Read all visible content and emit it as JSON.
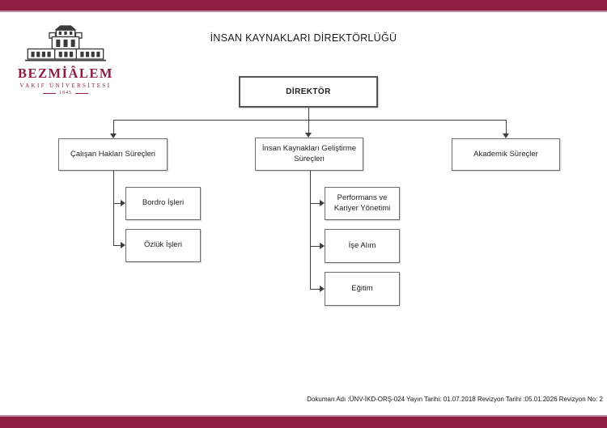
{
  "colors": {
    "brand_maroon": "#8E1E41",
    "accent_light": "#C08BA1",
    "box_border": "#6E6E6E",
    "connector": "#3F3F3F"
  },
  "logo": {
    "icon": "university-building-icon",
    "name": "BEZMİÂLEM",
    "subtitle": "VAKIF ÜNİVERSİTESİ",
    "year": "1845"
  },
  "header": {
    "title": "İNSAN KAYNAKLARI DİREKTÖRLÜĞÜ"
  },
  "chart_data": {
    "type": "org-chart",
    "root": "DİREKTÖR",
    "branches": [
      {
        "label": "Çalışan Hakları Süreçleri",
        "children": [
          "Bordro İşleri",
          "Özlük İşleri"
        ]
      },
      {
        "label": "İnsan Kaynakları Geliştirme Süreçleri",
        "children": [
          "Performans ve Kariyer Yönetimi",
          "İşe Alım",
          "Eğitim"
        ]
      },
      {
        "label": "Akademik Süreçler",
        "children": []
      }
    ]
  },
  "footer": {
    "doc_info": "Dokuman Adı :ÜNV-İKD-ORŞ-024 Yayın Tarihi: 01.07.2018 Revizyon Tarihi :05.01.2026 Revizyon No: 2"
  }
}
